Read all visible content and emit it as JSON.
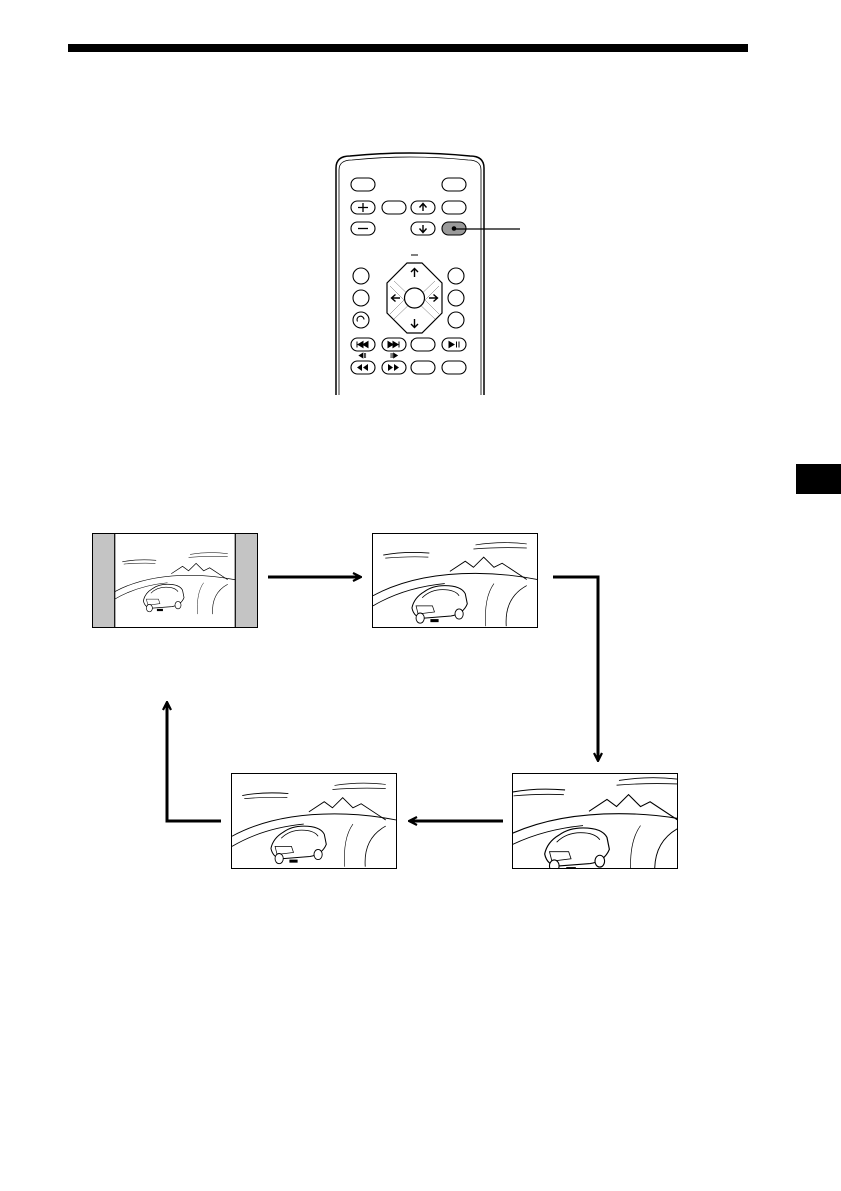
{
  "page": {
    "background": "#ffffff",
    "ink": "#000000",
    "pillarbox_fill": "#c4c4c4",
    "highlight_fill": "#9a9a9a"
  },
  "figure": {
    "remote_icons": [
      "plus-icon",
      "minus-icon",
      "arrow-up-icon",
      "arrow-down-icon",
      "arrow-left-icon",
      "arrow-right-icon",
      "return-icon",
      "prev-track-icon",
      "next-track-icon",
      "play-pause-icon",
      "rewind-icon",
      "fast-forward-icon",
      "slow-reverse-icon",
      "slow-forward-icon"
    ],
    "screens": [
      {
        "mode": "normal",
        "pillarbox": true
      },
      {
        "mode": "full"
      },
      {
        "mode": "zoom"
      },
      {
        "mode": "wide"
      }
    ]
  }
}
